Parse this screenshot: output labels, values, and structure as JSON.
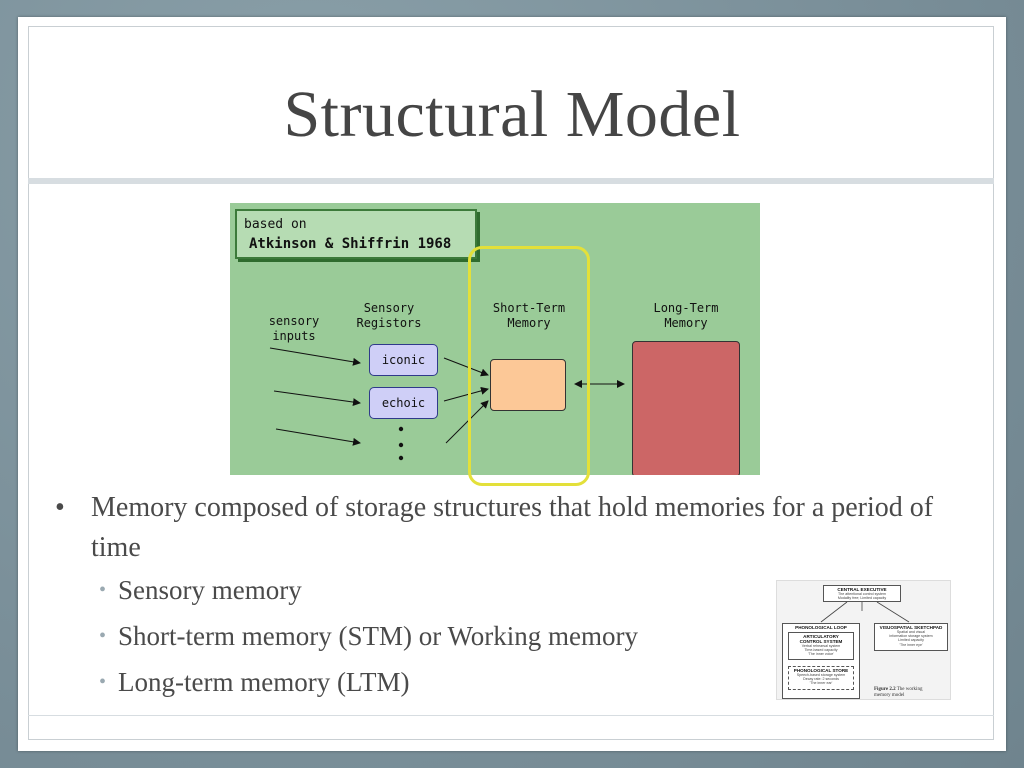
{
  "slide": {
    "title": "Structural Model"
  },
  "diagram": {
    "based_on": "based on",
    "citation": "Atkinson & Shiffrin 1968",
    "sensory_inputs_label": [
      "sensory",
      "inputs"
    ],
    "sensory_registers_label": [
      "Sensory",
      "Registors"
    ],
    "stm_label": [
      "Short-Term",
      "Memory"
    ],
    "ltm_label": [
      "Long-Term",
      "Memory"
    ],
    "register_iconic": "iconic",
    "register_echoic": "echoic",
    "colors": {
      "background": "#9acb98",
      "register_fill": "#cfcff7",
      "stm_fill": "#fcc897",
      "ltm_fill": "#cc6666",
      "highlight": "#e3e03a"
    }
  },
  "bullets": {
    "main": "Memory composed of storage structures that hold memories for a period of time",
    "sub": [
      "Sensory memory",
      "Short-term memory (STM)  or Working memory",
      "Long-term memory (LTM)"
    ]
  },
  "figure": {
    "central_executive": "CENTRAL EXECUTIVE",
    "central_executive_text": [
      "The attentional control system",
      "Modality free; Limited capacity"
    ],
    "phonological_loop": "PHONOLOGICAL LOOP",
    "articulatory": [
      "ARTICULATORY",
      "CONTROL SYSTEM"
    ],
    "articulatory_text": [
      "Verbal rehearsal system",
      "Time-based capacity",
      "'The inner voice'"
    ],
    "phonological_store": "PHONOLOGICAL STORE",
    "phonological_store_text": [
      "Speech-based storage system",
      "Decay rate: 2 seconds",
      "'The inner ear'"
    ],
    "visuospatial": "VISUOSPATIAL SKETCHPAD",
    "visuospatial_text": [
      "Spatial and visual",
      "information storage system",
      "Limited capacity",
      "'The inner eye'"
    ],
    "caption_bold": "Figure 2.2",
    "caption_text": [
      "The working",
      "memory model"
    ]
  }
}
